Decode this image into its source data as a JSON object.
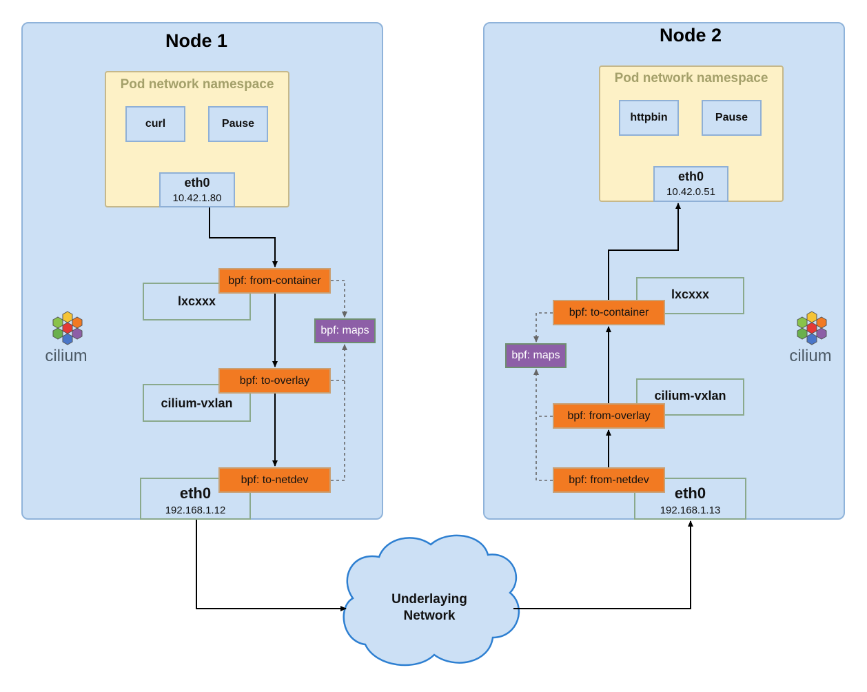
{
  "nodes": [
    {
      "title": "Node 1",
      "pod_namespace": {
        "title": "Pod network namespace",
        "containers": [
          "curl",
          "Pause"
        ],
        "iface": {
          "name": "eth0",
          "ip": "10.42.1.80"
        }
      },
      "programs": {
        "from_container": "bpf: from-container",
        "to_overlay": "bpf: to-overlay",
        "to_netdev": "bpf: to-netdev",
        "maps": "bpf: maps"
      },
      "devices": {
        "lxc": "lxcxxx",
        "vxlan": "cilium-vxlan"
      },
      "host_iface": {
        "name": "eth0",
        "ip": "192.168.1.12"
      },
      "logo_text": "cilium"
    },
    {
      "title": "Node 2",
      "pod_namespace": {
        "title": "Pod network namespace",
        "containers": [
          "httpbin",
          "Pause"
        ],
        "iface": {
          "name": "eth0",
          "ip": "10.42.0.51"
        }
      },
      "programs": {
        "to_container": "bpf: to-container",
        "from_overlay": "bpf: from-overlay",
        "from_netdev": "bpf: from-netdev",
        "maps": "bpf: maps"
      },
      "devices": {
        "lxc": "lxcxxx",
        "vxlan": "cilium-vxlan"
      },
      "host_iface": {
        "name": "eth0",
        "ip": "192.168.1.13"
      },
      "logo_text": "cilium"
    }
  ],
  "network": {
    "line1": "Underlaying",
    "line2": "Network"
  },
  "colors": {
    "node_bg": "#cce0f5",
    "pod_ns_bg": "#fdf1c6",
    "bpf_program": "#f27a22",
    "bpf_maps": "#8d5fa7"
  }
}
